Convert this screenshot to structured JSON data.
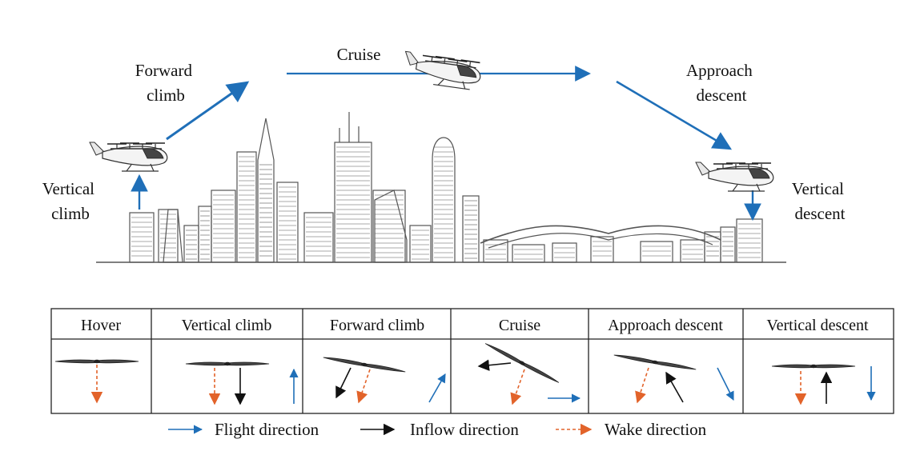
{
  "colors": {
    "flight": "#1f6fb8",
    "inflow": "#111111",
    "wake": "#e2632a",
    "building": "#555555",
    "frame": "#222222"
  },
  "phases": {
    "vertical_climb": [
      "Vertical",
      "climb"
    ],
    "forward_climb": [
      "Forward",
      "climb"
    ],
    "cruise": [
      "Cruise"
    ],
    "approach_descent": [
      "Approach",
      "descent"
    ],
    "vertical_descent": [
      "Vertical",
      "descent"
    ]
  },
  "table": {
    "headers": [
      "Hover",
      "Vertical climb",
      "Forward climb",
      "Cruise",
      "Approach descent",
      "Vertical descent"
    ]
  },
  "legend": {
    "flight": "Flight direction",
    "inflow": "Inflow direction",
    "wake": "Wake direction"
  },
  "icons": {
    "aircraft": "evtol-aircraft-icon",
    "rotor": "rotor-blade-icon",
    "skyline": "city-skyline-illustration"
  }
}
